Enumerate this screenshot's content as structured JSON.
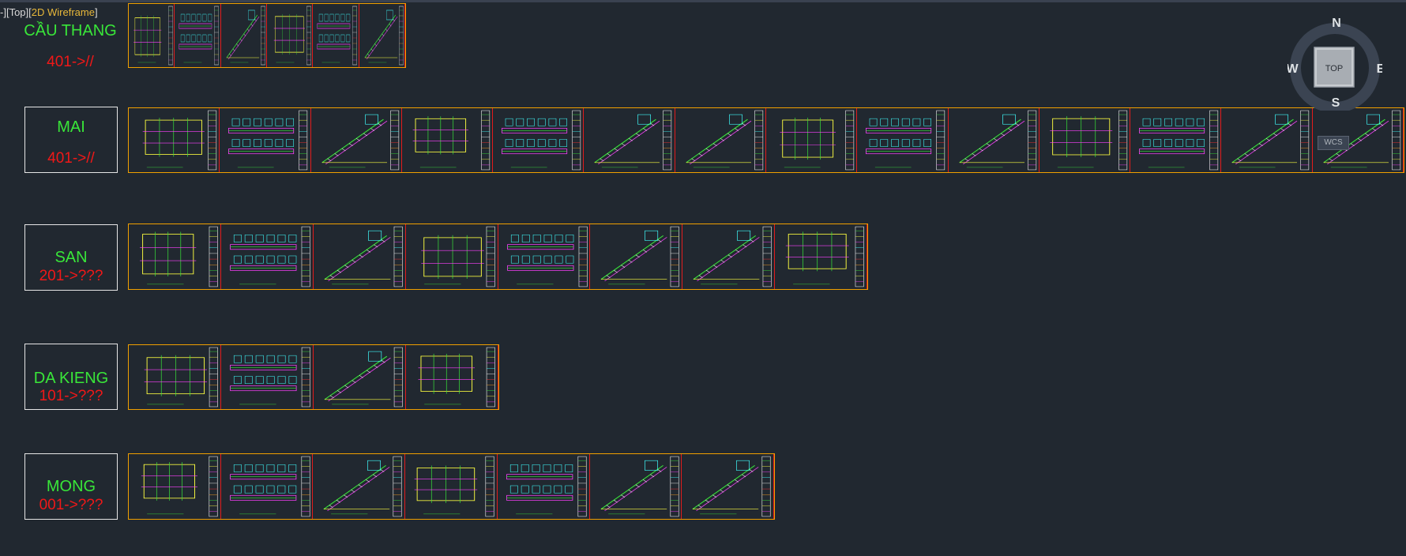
{
  "viewport": {
    "label_prefix": "-][",
    "view_name": "Top",
    "label_mid": "][",
    "visual_style": "2D Wireframe",
    "label_suffix": "]"
  },
  "viewcube": {
    "north": "N",
    "south": "S",
    "east": "E",
    "west": "W",
    "face": "TOP",
    "wcs": "WCS"
  },
  "colors": {
    "background": "#212830",
    "category_name": "#39e639",
    "category_range": "#f01818",
    "sheet_border": "#f0a000",
    "sheet_divider": "#e21c1c"
  },
  "categories": [
    {
      "name": "CẦU THANG",
      "range": "401->//",
      "sheets": 6
    },
    {
      "name": "MAI",
      "range": "401->//",
      "sheets": 14
    },
    {
      "name": "SAN",
      "range": "201->???",
      "sheets": 8
    },
    {
      "name": "DA KIENG",
      "range": "101->???",
      "sheets": 4
    },
    {
      "name": "MONG",
      "range": "001->???",
      "sheets": 7
    }
  ]
}
